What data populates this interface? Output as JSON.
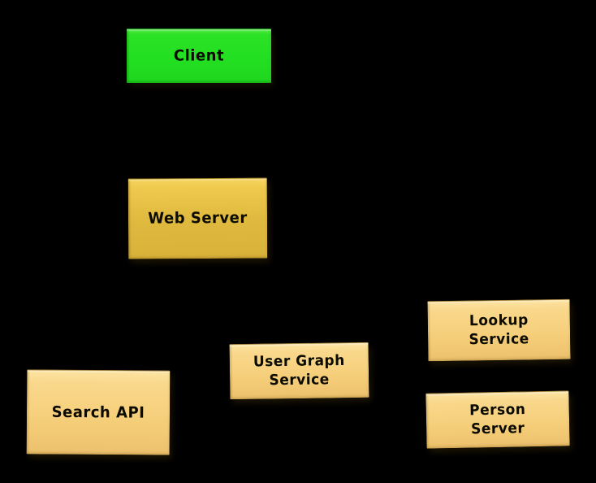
{
  "diagram": {
    "background_color": "#000000",
    "label_text_color": "#0b0b00",
    "nodes": [
      {
        "id": "client",
        "label": "Client",
        "fill": "#23df21",
        "theme": "green"
      },
      {
        "id": "web-server",
        "label": "Web Server",
        "fill": "#e0ba3f",
        "theme": "gold"
      },
      {
        "id": "lookup-service",
        "label": "Lookup\nService",
        "fill": "#f6cf7b",
        "theme": "tan"
      },
      {
        "id": "user-graph-service",
        "label": "User Graph\nService",
        "fill": "#f6cf7b",
        "theme": "tan"
      },
      {
        "id": "search-api",
        "label": "Search API",
        "fill": "#f6cf7b",
        "theme": "tan"
      },
      {
        "id": "person-server",
        "label": "Person\nServer",
        "fill": "#f6cf7b",
        "theme": "tan"
      }
    ]
  }
}
